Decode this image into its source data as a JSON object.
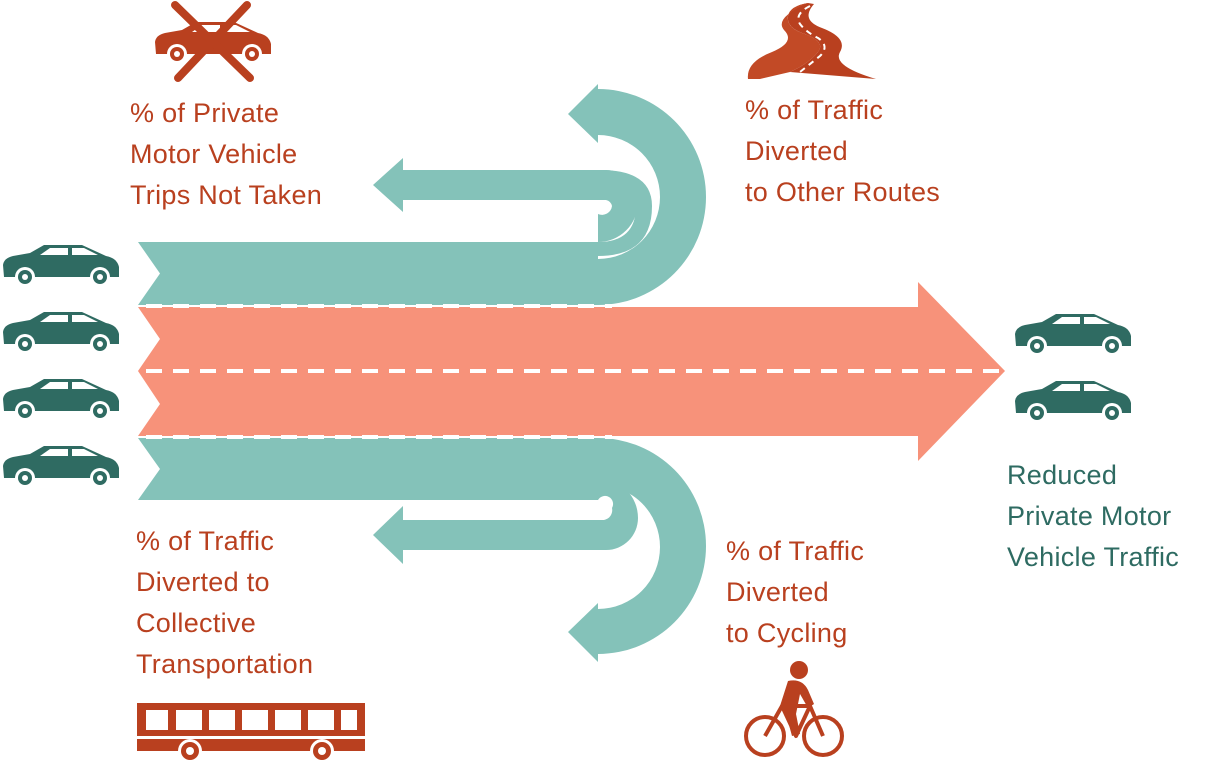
{
  "colors": {
    "accent_red": "#b9401f",
    "arrow_teal": "#84c2b9",
    "arrow_salmon": "#f7927a",
    "vehicle_teal": "#2f6b62",
    "lane_dash": "#ffffff"
  },
  "labels": {
    "not_taken": [
      "% of Private",
      "Motor Vehicle",
      "Trips Not Taken"
    ],
    "other_routes": [
      "% of Traffic",
      "Diverted",
      "to Other Routes"
    ],
    "collective": [
      "% of Traffic",
      "Diverted to",
      "Collective",
      "Transportation"
    ],
    "cycling": [
      "% of Traffic",
      "Diverted",
      "to Cycling"
    ],
    "reduced": [
      "Reduced",
      "Private Motor",
      "Vehicle Traffic"
    ]
  },
  "icons": {
    "crossed_car": "crossed-out-car-icon",
    "winding_road": "winding-road-icon",
    "bus": "bus-icon",
    "cyclist": "cyclist-icon",
    "car": "car-icon"
  }
}
